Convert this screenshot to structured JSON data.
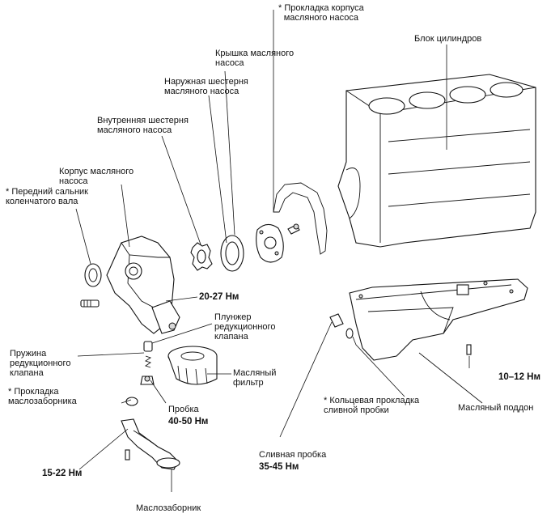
{
  "labels": {
    "pump_cover_gasket": "* Прокладка корпуса\nмасляного насоса",
    "cylinder_block": "Блок цилиндров",
    "pump_cover": "Крышка масляного\nнасоса",
    "outer_gear": "Наружная шестерня\nмасляного насоса",
    "inner_gear": "Внутренняя шестерня\nмасляного насоса",
    "pump_body": "Корпус масляного\nнасоса",
    "front_seal": "* Передний сальник\nколенчатого вала",
    "torque_pump": "20-27 Нм",
    "relief_plunger": "Плунжер\nредукционного\nклапана",
    "relief_spring": "Пружина\nредукционного\nклапана",
    "oil_filter": "Масляный\nфильтр",
    "strainer_gasket": "* Прокладка\nмаслозаборника",
    "plug": "Пробка",
    "torque_plug": "40-50 Нм",
    "drain_gasket": "* Кольцевая прокладка\nсливной пробки",
    "oil_pan": "Масляный поддон",
    "torque_pan": "10–12 Нм",
    "drain_plug": "Сливная пробка",
    "torque_drain": "35-45 Нм",
    "torque_strainer": "15-22 Нм",
    "strainer": "Маслозаборник"
  }
}
